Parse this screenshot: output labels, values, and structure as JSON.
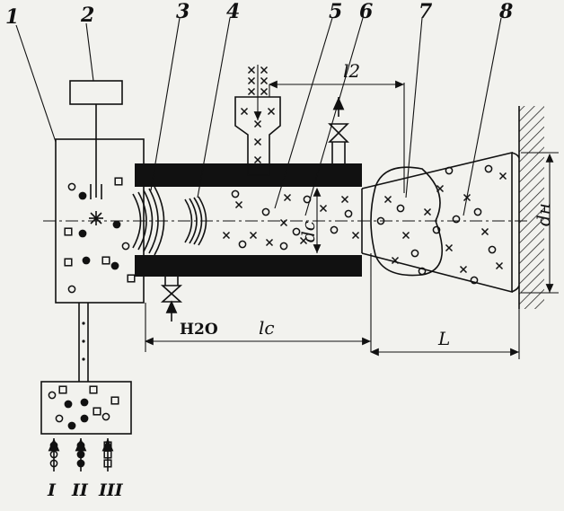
{
  "diagram": {
    "part_labels": [
      "1",
      "2",
      "3",
      "4",
      "5",
      "6",
      "7",
      "8"
    ],
    "dimensions": {
      "l2": "l2",
      "dc": "dc",
      "lc": "lc",
      "L": "L",
      "dn": "dн"
    },
    "water_label": "H2O",
    "feed_labels": [
      "I",
      "II",
      "III"
    ],
    "colors": {
      "ink": "#111111",
      "paper": "#f2f2ee"
    }
  }
}
